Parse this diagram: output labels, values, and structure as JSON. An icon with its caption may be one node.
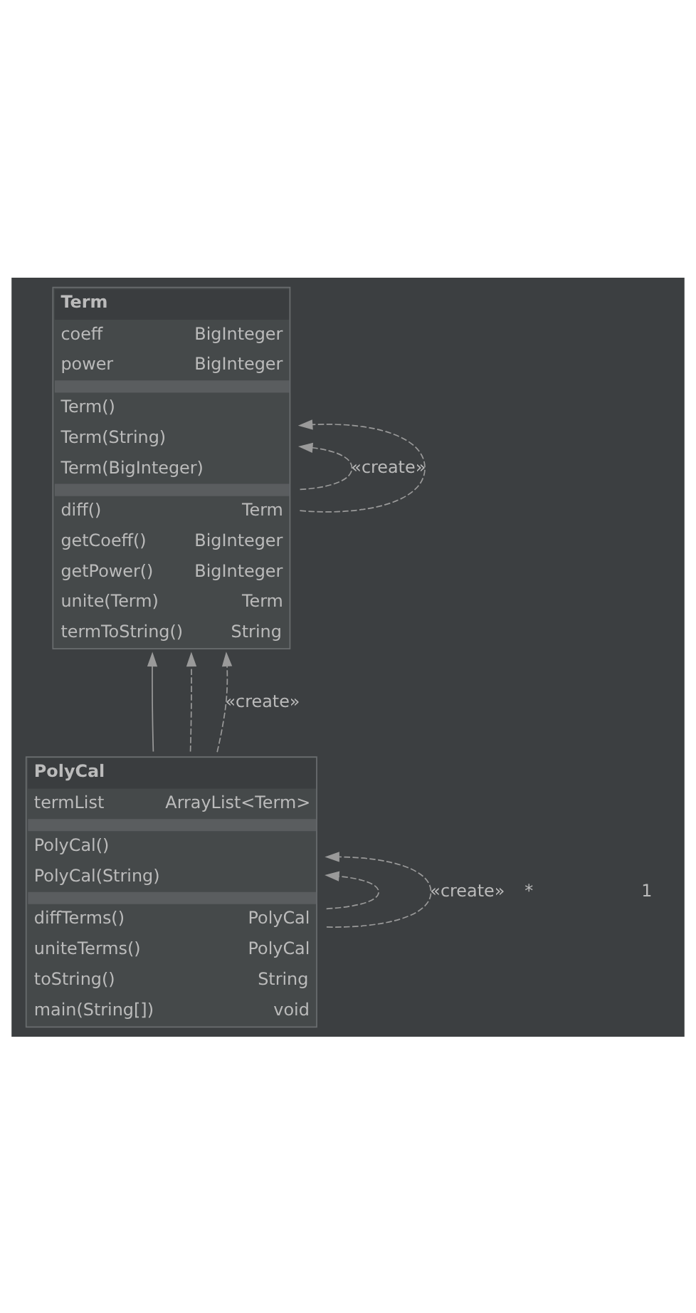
{
  "diagram": {
    "nodes": [
      {
        "text": [
          "Term",
          "coeff",
          "BigInteger",
          "power",
          "BigInteger",
          "Term()",
          "Term(String)",
          "Term(BigInteger)",
          "diff()",
          "Term",
          "getCoeff()",
          "BigInteger",
          "getPower()",
          "BigInteger",
          "unite(Term)",
          "Term",
          "termToString()",
          "String"
        ]
      },
      {
        "text": [
          "PolyCal",
          "termList",
          "ArrayList<Term>",
          "PolyCal()",
          "PolyCal(String)",
          "diffTerms()",
          "PolyCal",
          "uniteTerms()",
          "PolyCal",
          "toString()",
          "String",
          "main(String[])",
          "void"
        ]
      }
    ],
    "edges": [
      {
        "from": 0,
        "to": 0,
        "arrow": "to",
        "style": "dashed",
        "label": "«create»"
      },
      {
        "from": 0,
        "to": 0,
        "arrow": "to",
        "style": "dashed"
      },
      {
        "from": 1,
        "to": 0,
        "arrow": "to"
      },
      {
        "from": 1,
        "to": 0,
        "arrow": "to",
        "style": "dashed"
      },
      {
        "from": 1,
        "to": 0,
        "arrow": "to",
        "style": "dashed",
        "label": "«create»"
      },
      {
        "from": 1,
        "to": 1,
        "arrow": "to",
        "style": "dashed"
      },
      {
        "from": 1,
        "to": 1,
        "arrow": "to",
        "style": "dashed",
        "label": "«create»"
      }
    ],
    "labels": [
      "*",
      "1"
    ]
  }
}
